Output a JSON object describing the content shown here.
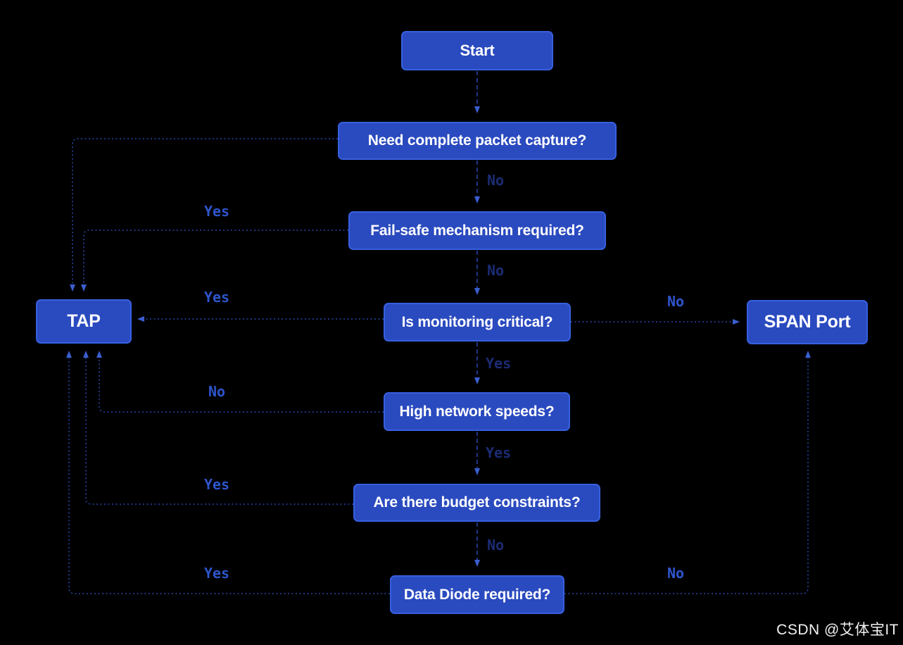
{
  "diagram": {
    "type": "flowchart",
    "title_implied": "TAP vs SPAN Port decision flowchart",
    "nodes": {
      "start": {
        "label": "Start",
        "kind": "start"
      },
      "need_packet_capture": {
        "label": "Need complete packet capture?",
        "kind": "question"
      },
      "fail_safe": {
        "label": "Fail-safe mechanism required?",
        "kind": "question"
      },
      "monitoring_critical": {
        "label": "Is monitoring critical?",
        "kind": "question"
      },
      "network_speeds": {
        "label": "High network speeds?",
        "kind": "question"
      },
      "budget": {
        "label": "Are there budget constraints?",
        "kind": "question"
      },
      "data_diode": {
        "label": "Data Diode required?",
        "kind": "question"
      },
      "tap": {
        "label": "TAP",
        "kind": "endpoint"
      },
      "span": {
        "label": "SPAN Port",
        "kind": "endpoint"
      }
    },
    "edges": [
      {
        "from": "start",
        "to": "need_packet_capture",
        "label": ""
      },
      {
        "from": "need_packet_capture",
        "to": "fail_safe",
        "label": "No"
      },
      {
        "from": "fail_safe",
        "to": "monitoring_critical",
        "label": "No"
      },
      {
        "from": "monitoring_critical",
        "to": "network_speeds",
        "label": "Yes"
      },
      {
        "from": "network_speeds",
        "to": "budget",
        "label": "Yes"
      },
      {
        "from": "budget",
        "to": "data_diode",
        "label": "No"
      },
      {
        "from": "need_packet_capture",
        "to": "tap",
        "label": ""
      },
      {
        "from": "fail_safe",
        "to": "tap",
        "label": "Yes"
      },
      {
        "from": "monitoring_critical",
        "to": "tap",
        "label": "Yes"
      },
      {
        "from": "monitoring_critical",
        "to": "span",
        "label": "No"
      },
      {
        "from": "network_speeds",
        "to": "tap",
        "label": "No"
      },
      {
        "from": "budget",
        "to": "tap",
        "label": "Yes"
      },
      {
        "from": "data_diode",
        "to": "tap",
        "label": "Yes"
      },
      {
        "from": "data_diode",
        "to": "span",
        "label": "No"
      }
    ]
  },
  "colors": {
    "background": "#000000",
    "node_fill": "#2a4abf",
    "node_border": "#3760e0",
    "node_text": "#ffffff",
    "connector": "#2e55cc",
    "label_side": "#2e55cc",
    "label_center": "#1b2c74",
    "watermark_text_color": "#f2f2f2"
  },
  "watermark": {
    "text": "CSDN @艾体宝IT"
  }
}
